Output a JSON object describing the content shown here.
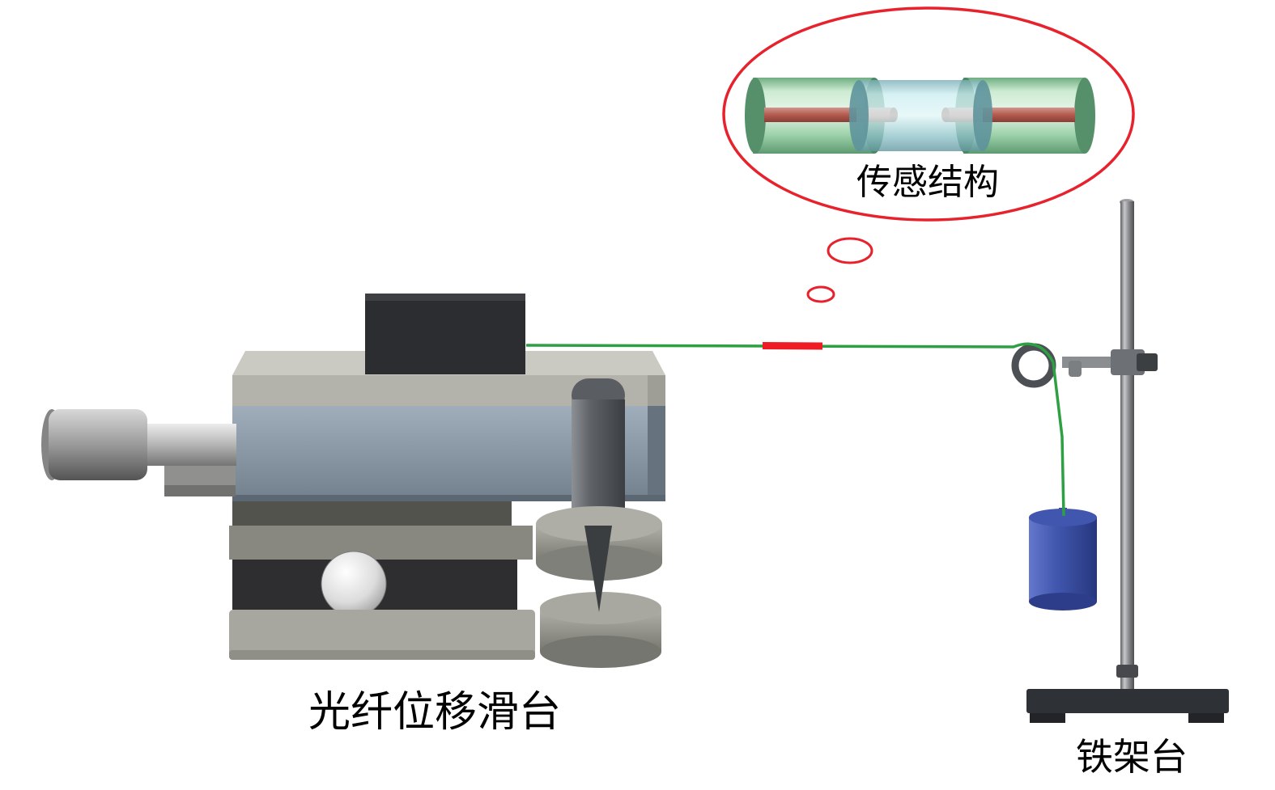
{
  "diagram": {
    "callout": {
      "label": "传感结构"
    },
    "stage": {
      "label": "光纤位移滑台"
    },
    "stand": {
      "label": "铁架台"
    }
  },
  "colors": {
    "callout_red": "#e7222c",
    "fiber_green": "#2da043",
    "sensing_red": "#ee1c25",
    "weight_blue": "#4156ae"
  }
}
